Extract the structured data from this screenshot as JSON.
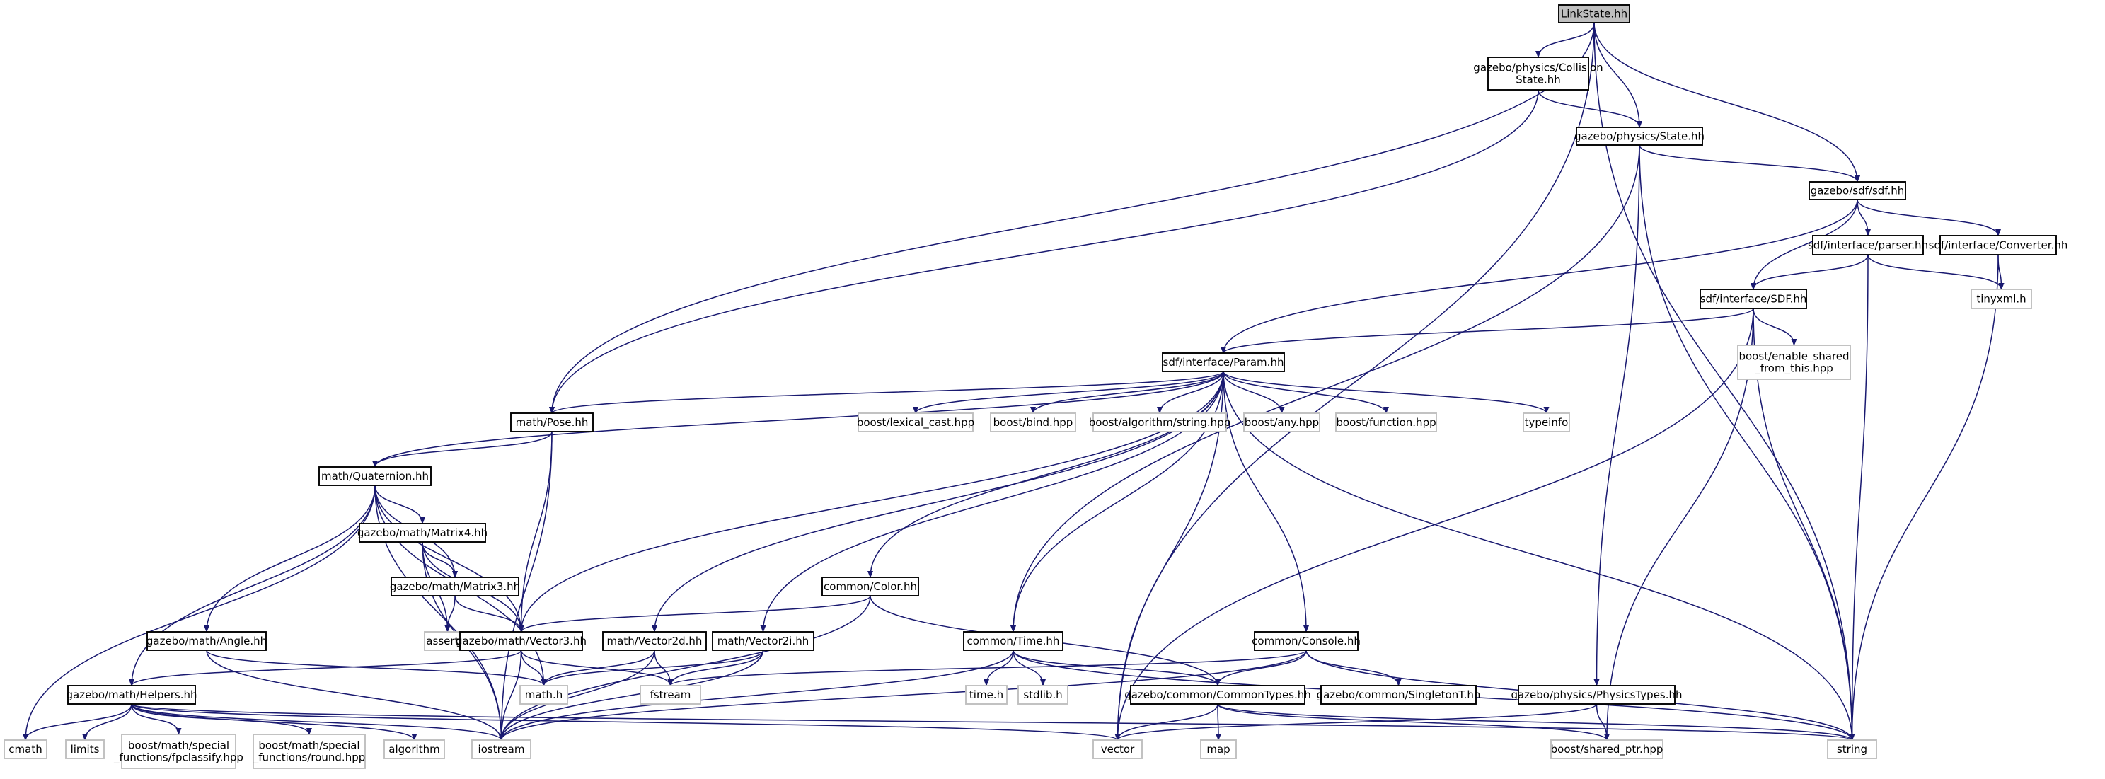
{
  "diagram": {
    "title": "",
    "edge_color": "#191970",
    "root_fill": "#bfbfbf",
    "local_border": "#000000",
    "external_border": "#bfbfbf",
    "nodes": [
      {
        "id": "linkstate",
        "lines": [
          "LinkState.hh"
        ],
        "kind": "root"
      },
      {
        "id": "collisionstate",
        "lines": [
          "gazebo/physics/Collision",
          "State.hh"
        ],
        "kind": "local"
      },
      {
        "id": "state",
        "lines": [
          "gazebo/physics/State.hh"
        ],
        "kind": "local"
      },
      {
        "id": "sdf",
        "lines": [
          "gazebo/sdf/sdf.hh"
        ],
        "kind": "local"
      },
      {
        "id": "parser",
        "lines": [
          "sdf/interface/parser.hh"
        ],
        "kind": "local"
      },
      {
        "id": "converter",
        "lines": [
          "sdf/interface/Converter.hh"
        ],
        "kind": "local"
      },
      {
        "id": "tinyxml",
        "lines": [
          "tinyxml.h"
        ],
        "kind": "external"
      },
      {
        "id": "sdfhh",
        "lines": [
          "sdf/interface/SDF.hh"
        ],
        "kind": "local"
      },
      {
        "id": "enable_shared",
        "lines": [
          "boost/enable_shared",
          "_from_this.hpp"
        ],
        "kind": "external"
      },
      {
        "id": "param",
        "lines": [
          "sdf/interface/Param.hh"
        ],
        "kind": "local"
      },
      {
        "id": "pose",
        "lines": [
          "math/Pose.hh"
        ],
        "kind": "local"
      },
      {
        "id": "lexical_cast",
        "lines": [
          "boost/lexical_cast.hpp"
        ],
        "kind": "external"
      },
      {
        "id": "bind",
        "lines": [
          "boost/bind.hpp"
        ],
        "kind": "external"
      },
      {
        "id": "algo_string",
        "lines": [
          "boost/algorithm/string.hpp"
        ],
        "kind": "external"
      },
      {
        "id": "any",
        "lines": [
          "boost/any.hpp"
        ],
        "kind": "external"
      },
      {
        "id": "function",
        "lines": [
          "boost/function.hpp"
        ],
        "kind": "external"
      },
      {
        "id": "typeinfo",
        "lines": [
          "typeinfo"
        ],
        "kind": "external"
      },
      {
        "id": "quaternion",
        "lines": [
          "math/Quaternion.hh"
        ],
        "kind": "local"
      },
      {
        "id": "matrix4",
        "lines": [
          "gazebo/math/Matrix4.hh"
        ],
        "kind": "local"
      },
      {
        "id": "matrix3",
        "lines": [
          "gazebo/math/Matrix3.hh"
        ],
        "kind": "local"
      },
      {
        "id": "color",
        "lines": [
          "common/Color.hh"
        ],
        "kind": "local"
      },
      {
        "id": "angle",
        "lines": [
          "gazebo/math/Angle.hh"
        ],
        "kind": "local"
      },
      {
        "id": "asserth",
        "lines": [
          "assert.h"
        ],
        "kind": "external"
      },
      {
        "id": "vector3",
        "lines": [
          "gazebo/math/Vector3.hh"
        ],
        "kind": "local"
      },
      {
        "id": "vector2d",
        "lines": [
          "math/Vector2d.hh"
        ],
        "kind": "local"
      },
      {
        "id": "vector2i",
        "lines": [
          "math/Vector2i.hh"
        ],
        "kind": "local"
      },
      {
        "id": "time",
        "lines": [
          "common/Time.hh"
        ],
        "kind": "local"
      },
      {
        "id": "console",
        "lines": [
          "common/Console.hh"
        ],
        "kind": "local"
      },
      {
        "id": "physicstypes",
        "lines": [
          "gazebo/physics/PhysicsTypes.hh"
        ],
        "kind": "local"
      },
      {
        "id": "helpers",
        "lines": [
          "gazebo/math/Helpers.hh"
        ],
        "kind": "local"
      },
      {
        "id": "mathh",
        "lines": [
          "math.h"
        ],
        "kind": "external"
      },
      {
        "id": "fstream",
        "lines": [
          "fstream"
        ],
        "kind": "external"
      },
      {
        "id": "timeh",
        "lines": [
          "time.h"
        ],
        "kind": "external"
      },
      {
        "id": "stdlibh",
        "lines": [
          "stdlib.h"
        ],
        "kind": "external"
      },
      {
        "id": "commontypes",
        "lines": [
          "gazebo/common/CommonTypes.hh"
        ],
        "kind": "local"
      },
      {
        "id": "singleton",
        "lines": [
          "gazebo/common/SingletonT.hh"
        ],
        "kind": "local"
      },
      {
        "id": "cmath",
        "lines": [
          "cmath"
        ],
        "kind": "external"
      },
      {
        "id": "limits",
        "lines": [
          "limits"
        ],
        "kind": "external"
      },
      {
        "id": "fpclassify",
        "lines": [
          "boost/math/special",
          "_functions/fpclassify.hpp"
        ],
        "kind": "external"
      },
      {
        "id": "round",
        "lines": [
          "boost/math/special",
          "_functions/round.hpp"
        ],
        "kind": "external"
      },
      {
        "id": "algorithm",
        "lines": [
          "algorithm"
        ],
        "kind": "external"
      },
      {
        "id": "iostream",
        "lines": [
          "iostream"
        ],
        "kind": "external"
      },
      {
        "id": "vector",
        "lines": [
          "vector"
        ],
        "kind": "external"
      },
      {
        "id": "map",
        "lines": [
          "map"
        ],
        "kind": "external"
      },
      {
        "id": "shared_ptr",
        "lines": [
          "boost/shared_ptr.hpp"
        ],
        "kind": "external"
      },
      {
        "id": "string",
        "lines": [
          "string"
        ],
        "kind": "external"
      }
    ],
    "edges": [
      [
        "linkstate",
        "collisionstate"
      ],
      [
        "linkstate",
        "state"
      ],
      [
        "linkstate",
        "sdf"
      ],
      [
        "linkstate",
        "pose"
      ],
      [
        "linkstate",
        "vector"
      ],
      [
        "linkstate",
        "string"
      ],
      [
        "collisionstate",
        "state"
      ],
      [
        "collisionstate",
        "pose"
      ],
      [
        "state",
        "sdf"
      ],
      [
        "state",
        "time"
      ],
      [
        "state",
        "physicstypes"
      ],
      [
        "state",
        "string"
      ],
      [
        "sdf",
        "param"
      ],
      [
        "sdf",
        "parser"
      ],
      [
        "sdf",
        "converter"
      ],
      [
        "sdf",
        "sdfhh"
      ],
      [
        "parser",
        "sdfhh"
      ],
      [
        "parser",
        "tinyxml"
      ],
      [
        "parser",
        "string"
      ],
      [
        "converter",
        "tinyxml"
      ],
      [
        "converter",
        "string"
      ],
      [
        "sdfhh",
        "param"
      ],
      [
        "sdfhh",
        "enable_shared"
      ],
      [
        "sdfhh",
        "vector"
      ],
      [
        "sdfhh",
        "shared_ptr"
      ],
      [
        "sdfhh",
        "string"
      ],
      [
        "param",
        "pose"
      ],
      [
        "param",
        "quaternion"
      ],
      [
        "param",
        "vector3"
      ],
      [
        "param",
        "vector2d"
      ],
      [
        "param",
        "vector2i"
      ],
      [
        "param",
        "color"
      ],
      [
        "param",
        "time"
      ],
      [
        "param",
        "console"
      ],
      [
        "param",
        "lexical_cast"
      ],
      [
        "param",
        "bind"
      ],
      [
        "param",
        "algo_string"
      ],
      [
        "param",
        "any"
      ],
      [
        "param",
        "function"
      ],
      [
        "param",
        "typeinfo"
      ],
      [
        "param",
        "vector"
      ],
      [
        "param",
        "string"
      ],
      [
        "pose",
        "quaternion"
      ],
      [
        "pose",
        "vector3"
      ],
      [
        "pose",
        "iostream"
      ],
      [
        "quaternion",
        "matrix4"
      ],
      [
        "quaternion",
        "matrix3"
      ],
      [
        "quaternion",
        "vector3"
      ],
      [
        "quaternion",
        "angle"
      ],
      [
        "quaternion",
        "helpers"
      ],
      [
        "quaternion",
        "cmath"
      ],
      [
        "quaternion",
        "mathh"
      ],
      [
        "quaternion",
        "iostream"
      ],
      [
        "matrix4",
        "matrix3"
      ],
      [
        "matrix4",
        "vector3"
      ],
      [
        "matrix4",
        "asserth"
      ],
      [
        "matrix4",
        "iostream"
      ],
      [
        "matrix3",
        "vector3"
      ],
      [
        "matrix3",
        "asserth"
      ],
      [
        "color",
        "vector3"
      ],
      [
        "color",
        "commontypes"
      ],
      [
        "color",
        "iostream"
      ],
      [
        "angle",
        "mathh"
      ],
      [
        "angle",
        "iostream"
      ],
      [
        "vector3",
        "helpers"
      ],
      [
        "vector3",
        "mathh"
      ],
      [
        "vector3",
        "fstream"
      ],
      [
        "vector3",
        "iostream"
      ],
      [
        "vector2d",
        "mathh"
      ],
      [
        "vector2d",
        "fstream"
      ],
      [
        "vector2d",
        "iostream"
      ],
      [
        "vector2i",
        "mathh"
      ],
      [
        "vector2i",
        "fstream"
      ],
      [
        "vector2i",
        "iostream"
      ],
      [
        "time",
        "commontypes"
      ],
      [
        "time",
        "timeh"
      ],
      [
        "time",
        "stdlibh"
      ],
      [
        "time",
        "string"
      ],
      [
        "time",
        "iostream"
      ],
      [
        "console",
        "commontypes"
      ],
      [
        "console",
        "singleton"
      ],
      [
        "console",
        "fstream"
      ],
      [
        "console",
        "iostream"
      ],
      [
        "console",
        "string"
      ],
      [
        "physicstypes",
        "shared_ptr"
      ],
      [
        "physicstypes",
        "vector"
      ],
      [
        "commontypes",
        "vector"
      ],
      [
        "commontypes",
        "map"
      ],
      [
        "commontypes",
        "shared_ptr"
      ],
      [
        "commontypes",
        "string"
      ],
      [
        "helpers",
        "cmath"
      ],
      [
        "helpers",
        "limits"
      ],
      [
        "helpers",
        "fpclassify"
      ],
      [
        "helpers",
        "round"
      ],
      [
        "helpers",
        "algorithm"
      ],
      [
        "helpers",
        "iostream"
      ],
      [
        "helpers",
        "string"
      ],
      [
        "helpers",
        "vector"
      ]
    ]
  }
}
